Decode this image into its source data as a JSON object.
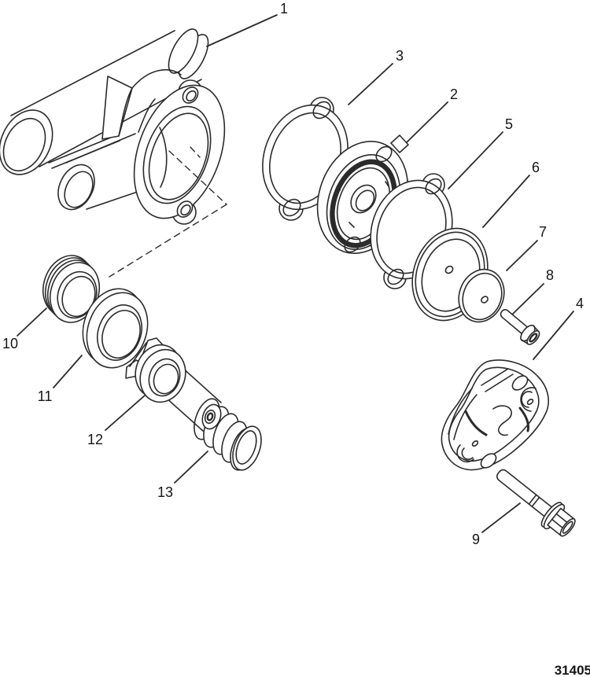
{
  "diagram": {
    "background_color": "#ffffff",
    "line_color": "#2b2b2b",
    "drawing_number": "31405",
    "callouts": [
      {
        "label": "1"
      },
      {
        "label": "2"
      },
      {
        "label": "3"
      },
      {
        "label": "4"
      },
      {
        "label": "5"
      },
      {
        "label": "6"
      },
      {
        "label": "7"
      },
      {
        "label": "8"
      },
      {
        "label": "9"
      },
      {
        "label": "10"
      },
      {
        "label": "11"
      },
      {
        "label": "12"
      },
      {
        "label": "13"
      }
    ]
  }
}
